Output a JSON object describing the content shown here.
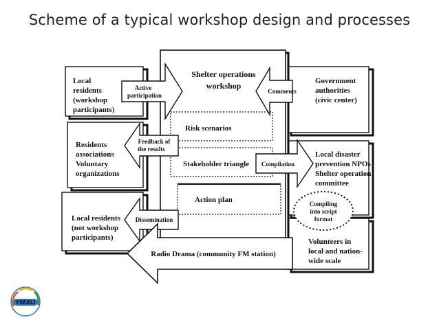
{
  "slide": {
    "title": "Scheme of a typical workshop design and processes"
  },
  "workshop": {
    "title_lines": [
      "Shelter operations",
      "workshop"
    ],
    "risk": "Risk scenarios",
    "stakeholder": "Stakeholder triangle",
    "action": "Action plan"
  },
  "boxes": {
    "local_residents": [
      "Local",
      "residents",
      "(workshop",
      "participants)"
    ],
    "government": [
      "Government",
      "authorities",
      "(civic center)"
    ],
    "residents_assoc": [
      "Residents",
      "associations",
      "Voluntary",
      "organizations"
    ],
    "disaster_npo": [
      "Local disaster",
      "prevention NPOs",
      "Shelter operation",
      "committee"
    ],
    "local_non": [
      "Local residents",
      "(not workshop",
      "participants)"
    ],
    "volunteers": [
      "Volunteers in",
      "local and nation-",
      "wide scale"
    ]
  },
  "arrows": {
    "active": [
      "Active",
      "participation"
    ],
    "comments": "Comments",
    "feedback": [
      "Feedback of",
      "the results"
    ],
    "compilation": "Compilation",
    "dissemination": "Dissemination",
    "radio": "Radio Drama (community FM station)"
  },
  "ellipse": [
    "Compiling",
    "into script",
    "format"
  ],
  "logo": {
    "text": "YSEALI"
  }
}
